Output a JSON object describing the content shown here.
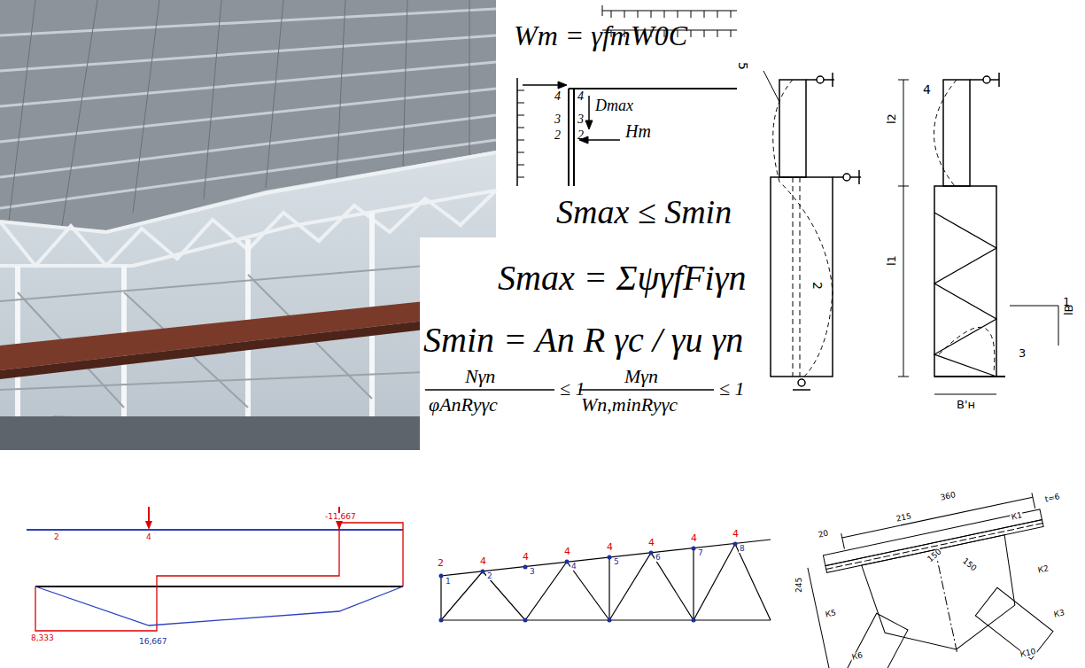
{
  "diagram": {
    "labels": [
      "Wm = γfmW0C",
      "4",
      "4",
      "Dmax",
      "3",
      "3",
      "2",
      "2",
      "Hm",
      "Smax ≤ Smin",
      "Smax = ΣψγfFiγn",
      "Smin = An R γc / γu γn",
      "Nγn",
      "φAnRyγc",
      "≤ 1",
      "Mγn",
      "Wn,minRyγc",
      "≤ 1",
      "5",
      "2",
      "4",
      "l2",
      "l1",
      "1",
      "lB",
      "3",
      "B'н",
      "2",
      "4",
      "8,333",
      "16,667",
      "-11,667",
      "2",
      "4",
      "4",
      "4",
      "4",
      "4",
      "4",
      "4",
      "1",
      "2",
      "3",
      "4",
      "5",
      "6",
      "7",
      "8",
      "360",
      "215",
      "t=6",
      "20",
      "К1",
      "К2",
      "К3",
      "К5",
      "К6",
      "К10",
      "245",
      "150",
      "150"
    ]
  }
}
